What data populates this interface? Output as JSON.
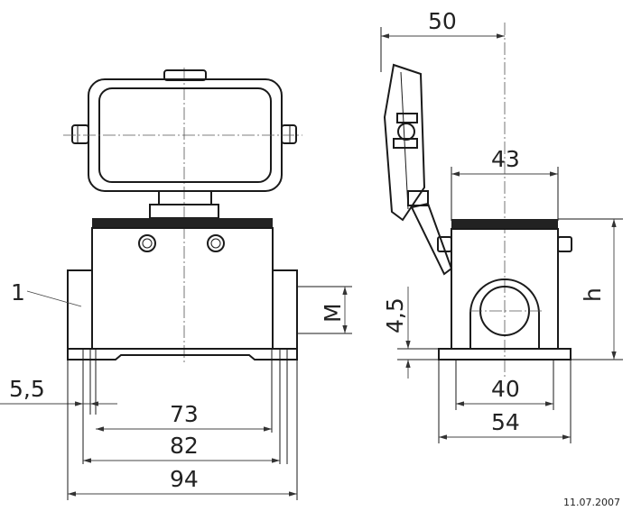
{
  "dimensions": {
    "front_width_94": "94",
    "front_width_82": "82",
    "front_width_73": "73",
    "front_hole_offset": "5,5",
    "front_thread": "M",
    "side_depth_50": "50",
    "side_depth_43": "43",
    "side_base_40": "40",
    "side_base_54": "54",
    "side_height_h": "h",
    "side_base_height": "4,5"
  },
  "labels": {
    "part_number": "1",
    "date": "11.07.2007"
  }
}
